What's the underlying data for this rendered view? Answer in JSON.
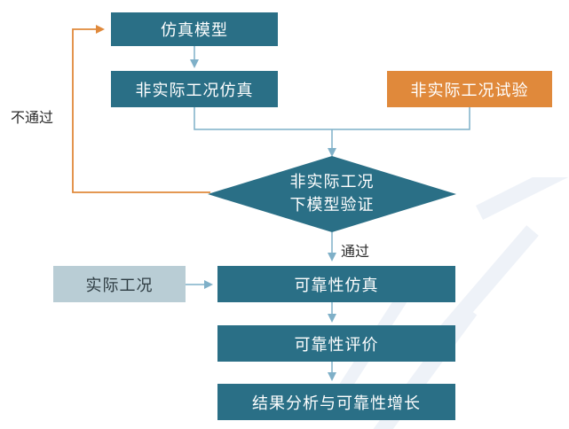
{
  "nodes": {
    "sim_model": "仿真模型",
    "non_actual_sim": "非实际工况仿真",
    "non_actual_test": "非实际工况试验",
    "validation_line1": "非实际工况",
    "validation_line2": "下模型验证",
    "actual_condition": "实际工况",
    "reliability_sim": "可靠性仿真",
    "reliability_eval": "可靠性评价",
    "result_analysis": "结果分析与可靠性增长"
  },
  "edge_labels": {
    "fail": "不通过",
    "pass": "通过"
  },
  "colors": {
    "teal": "#2a6f86",
    "orange": "#e0893b",
    "grey": "#b9cdd5",
    "connector": "#7fb0c8"
  }
}
